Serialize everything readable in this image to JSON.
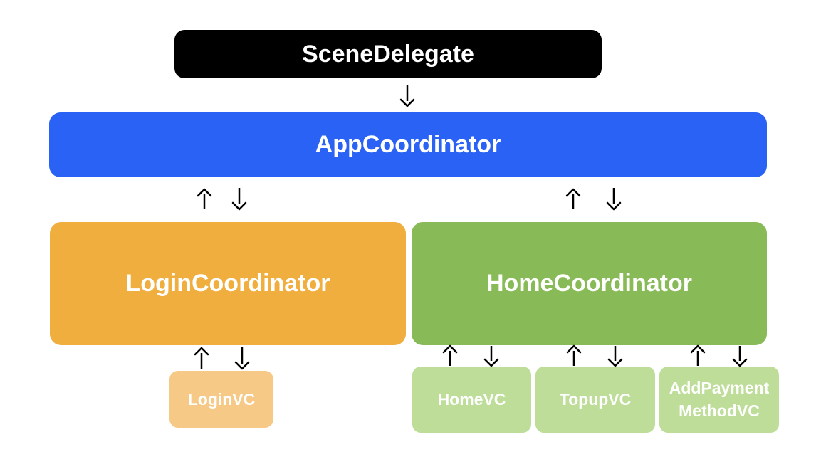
{
  "nodes": {
    "scene_delegate": {
      "label": "SceneDelegate",
      "color": "#000000"
    },
    "app_coordinator": {
      "label": "AppCoordinator",
      "color": "#2962f5"
    },
    "login_coordinator": {
      "label": "LoginCoordinator",
      "color": "#f0ae3e"
    },
    "home_coordinator": {
      "label": "HomeCoordinator",
      "color": "#88bb57"
    },
    "login_vc": {
      "label": "LoginVC",
      "color": "#f6c986"
    },
    "home_vc": {
      "label": "HomeVC",
      "color": "#bddd99"
    },
    "topup_vc": {
      "label": "TopupVC",
      "color": "#bddd99"
    },
    "addpayment_vc": {
      "label_line1": "AddPayment",
      "label_line2": "MethodVC",
      "color": "#bddd99"
    }
  },
  "arrow_color": "#000000"
}
